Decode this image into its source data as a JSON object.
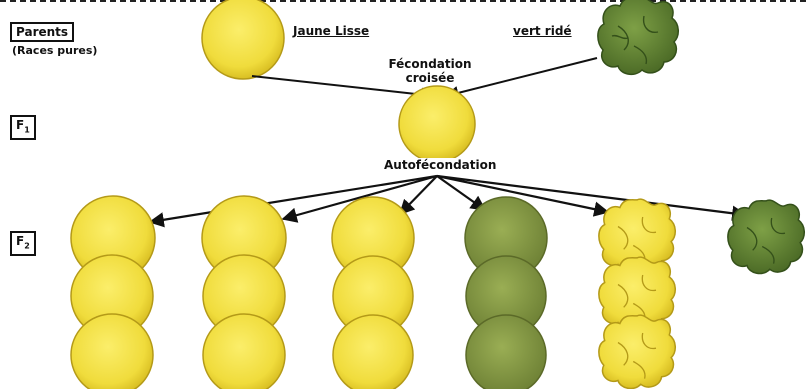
{
  "generation_labels": {
    "parents": "Parents",
    "f1": "F",
    "f1_sub": "1",
    "f2": "F",
    "f2_sub": "2"
  },
  "parents_note": "(Races pures)",
  "parent_left": "Jaune Lisse",
  "parent_right": "vert ridé",
  "cross_label_1": "Fécondation",
  "cross_label_2": "croisée",
  "self_label": "Autofécondation",
  "colors": {
    "yellow": "#f3e146",
    "yellow_edge": "#b49a18",
    "green": "#6f8f3a",
    "green_dark": "#4f6e28",
    "olive": "#8e9a3c",
    "olive_dark": "#6a7330",
    "line": "#111111"
  }
}
